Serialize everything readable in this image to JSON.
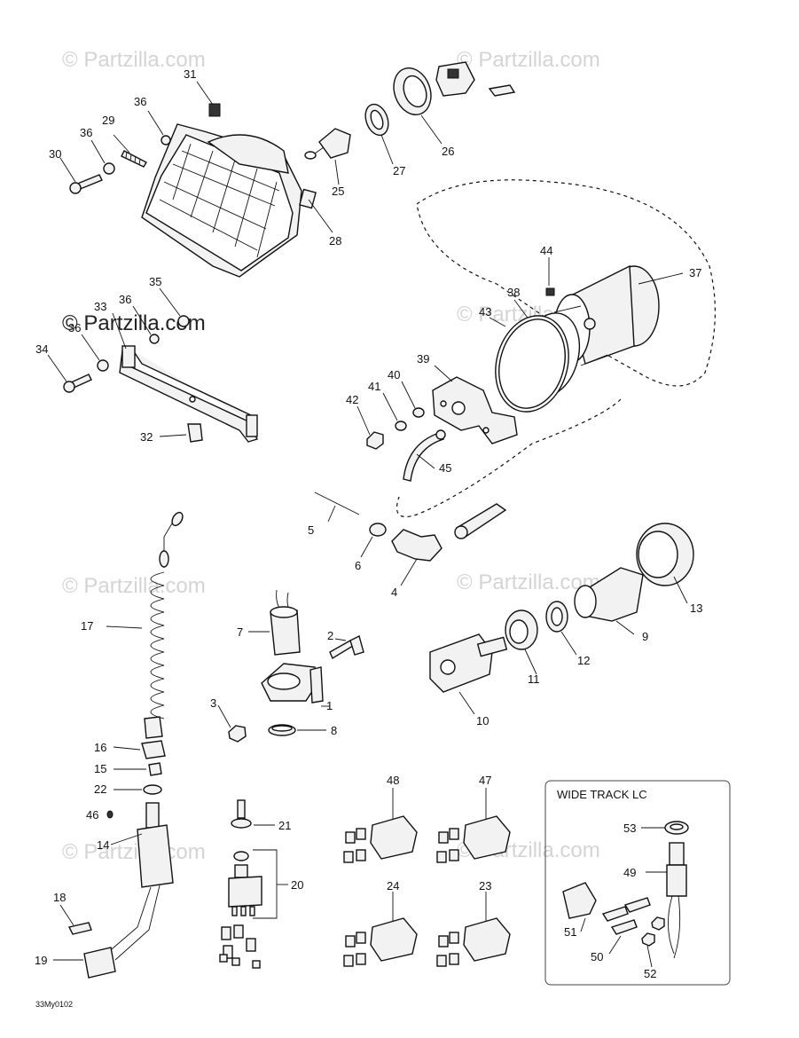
{
  "watermarks": {
    "faint": "© Partzilla.com",
    "strong": "© Partzilla.com"
  },
  "inset_box": {
    "title": "WIDE TRACK LC"
  },
  "diagram_code": "33My0102",
  "callouts": {
    "c1": "1",
    "c2": "2",
    "c3": "3",
    "c4": "4",
    "c5": "5",
    "c6": "6",
    "c7": "7",
    "c8": "8",
    "c9": "9",
    "c10": "10",
    "c11": "11",
    "c12": "12",
    "c13": "13",
    "c14": "14",
    "c15": "15",
    "c16": "16",
    "c17": "17",
    "c18": "18",
    "c19": "19",
    "c20": "20",
    "c21": "21",
    "c22": "22",
    "c23": "23",
    "c24": "24",
    "c25": "25",
    "c26": "26",
    "c27": "27",
    "c28": "28",
    "c29": "29",
    "c30": "30",
    "c31": "31",
    "c32": "32",
    "c33": "33",
    "c34": "34",
    "c35": "35",
    "c36a": "36",
    "c36b": "36",
    "c36c": "36",
    "c36d": "36",
    "c37": "37",
    "c38": "38",
    "c39": "39",
    "c40": "40",
    "c41": "41",
    "c42": "42",
    "c43": "43",
    "c44": "44",
    "c45": "45",
    "c46": "46",
    "c47": "47",
    "c48": "48",
    "c49": "49",
    "c50": "50",
    "c51": "51",
    "c52": "52",
    "c53": "53"
  }
}
